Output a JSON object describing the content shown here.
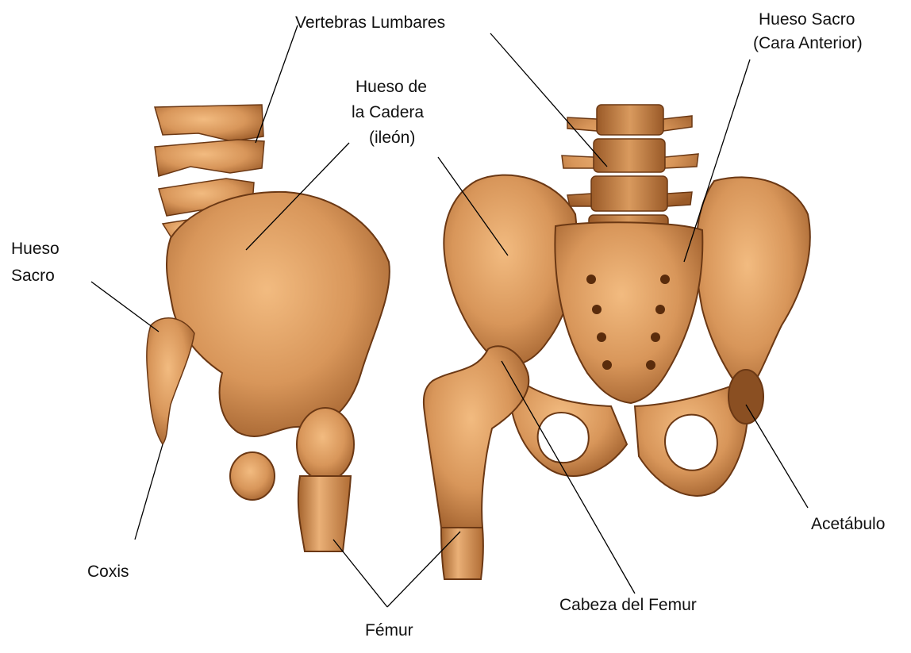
{
  "labels": {
    "vertebras_lumbares": "Vertebras Lumbares",
    "hueso_sacro_anterior_l1": "Hueso Sacro",
    "hueso_sacro_anterior_l2": "(Cara Anterior)",
    "hueso_cadera_l1": "Hueso de",
    "hueso_cadera_l2": "la Cadera",
    "hueso_cadera_l3": "(ileón)",
    "hueso_sacro_l1": "Hueso",
    "hueso_sacro_l2": "Sacro",
    "coxis": "Coxis",
    "femur": "Fémur",
    "cabeza_femur": "Cabeza del Femur",
    "acetabulo": "Acetábulo"
  },
  "colors": {
    "background": "#ffffff",
    "bone_light": "#e0a263",
    "bone_mid": "#c98a4f",
    "bone_dark": "#8a4f22",
    "bone_outline": "#6b3814",
    "leader_line": "#000000",
    "text": "#111111"
  }
}
